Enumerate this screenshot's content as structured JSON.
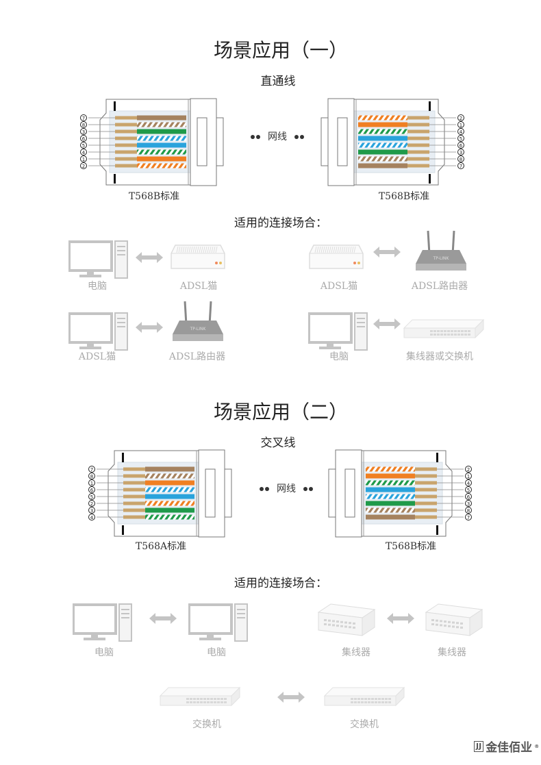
{
  "section1": {
    "title": "场景应用（一）",
    "subtitle": "直通线",
    "left_standard": "T568B标准",
    "right_standard": "T568B标准",
    "cable_label": "网线",
    "left_pins": [
      "7",
      "8",
      "3",
      "6",
      "5",
      "4",
      "1",
      "2"
    ],
    "right_pins": [
      "2",
      "1",
      "4",
      "5",
      "6",
      "3",
      "8",
      "7"
    ],
    "left_wires": [
      "brown",
      "brown-stripe",
      "green",
      "blue-stripe",
      "blue",
      "green-stripe",
      "orange",
      "orange-stripe"
    ],
    "right_wires": [
      "orange-stripe",
      "orange",
      "green-stripe",
      "blue",
      "blue-stripe",
      "green",
      "brown-stripe",
      "brown"
    ],
    "usage_heading": "适用的连接场合：",
    "scenarios": [
      {
        "a": "电脑",
        "b": "ADSL猫"
      },
      {
        "a": "ADSL猫",
        "b": "ADSL路由器"
      },
      {
        "a": "ADSL猫",
        "b": "ADSL路由器"
      },
      {
        "a": "电脑",
        "b": "集线器或交换机"
      }
    ]
  },
  "section2": {
    "title": "场景应用（二）",
    "subtitle": "交叉线",
    "left_standard": "T568A标准",
    "right_standard": "T568B标准",
    "cable_label": "网线",
    "left_pins": [
      "7",
      "8",
      "1",
      "6",
      "5",
      "2",
      "3",
      "4"
    ],
    "right_pins": [
      "2",
      "1",
      "4",
      "5",
      "6",
      "3",
      "8",
      "7"
    ],
    "left_wires": [
      "brown",
      "brown-stripe",
      "orange",
      "blue-stripe",
      "blue",
      "orange-stripe",
      "green",
      "green-stripe"
    ],
    "right_wires": [
      "orange-stripe",
      "orange",
      "green-stripe",
      "blue",
      "blue-stripe",
      "green",
      "brown-stripe",
      "brown"
    ],
    "usage_heading": "适用的连接场合：",
    "scenarios": [
      {
        "a": "电脑",
        "b": "电脑"
      },
      {
        "a": "集线器",
        "b": "集线器"
      },
      {
        "a": "交换机",
        "b": "交换机"
      }
    ]
  },
  "colors": {
    "brown": "#a5825f",
    "green": "#1f9a4a",
    "blue": "#2aa3dc",
    "orange": "#f07f22",
    "pin": "#c9a46c",
    "icon": "#c4c4c4"
  },
  "logo": {
    "mark": "JJ",
    "text": "金佳佰业",
    "reg": "®"
  }
}
